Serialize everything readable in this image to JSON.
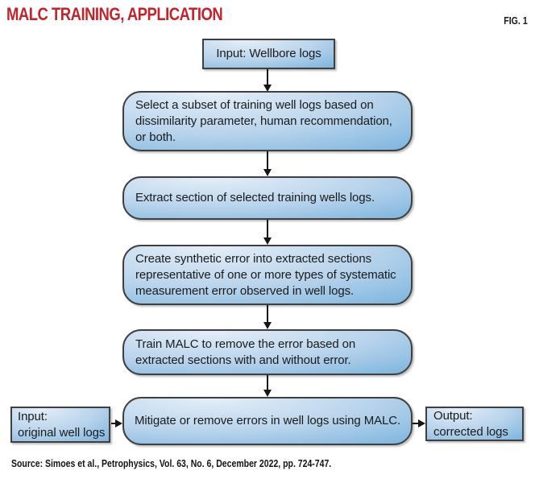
{
  "header": {
    "title": "MALC TRAINING, APPLICATION",
    "figure_label": "FIG. 1"
  },
  "flowchart": {
    "node_input_top": {
      "lines": [
        "Input: Wellbore logs"
      ]
    },
    "node_select": {
      "lines": [
        "Select a subset of training well logs based on",
        "dissimilarity parameter, human recommendation,",
        "or both."
      ]
    },
    "node_extract": {
      "lines": [
        "Extract section of selected training wells logs."
      ]
    },
    "node_create": {
      "lines": [
        "Create synthetic error into extracted sections",
        "representative of one or more types of systematic",
        "measurement error observed in well logs."
      ]
    },
    "node_train": {
      "lines": [
        "Train MALC to remove the error based on",
        "extracted sections with and without error."
      ]
    },
    "node_mitigate": {
      "lines": [
        "Mitigate or remove errors in well logs using MALC."
      ]
    },
    "node_input_left": {
      "lines": [
        "Input:",
        "original well logs"
      ]
    },
    "node_output_right": {
      "lines": [
        "Output:",
        "corrected logs"
      ]
    }
  },
  "footer": {
    "source": "Source: Simoes et al., Petrophysics, Vol. 63, No. 6, December 2022, pp. 724-747."
  },
  "colors": {
    "title_red": "#c32329",
    "box_border": "#3f3f3f",
    "box_gradient_light": "#e4eef8",
    "box_gradient_dark": "#58a2d6",
    "arrow_black": "#151515"
  }
}
